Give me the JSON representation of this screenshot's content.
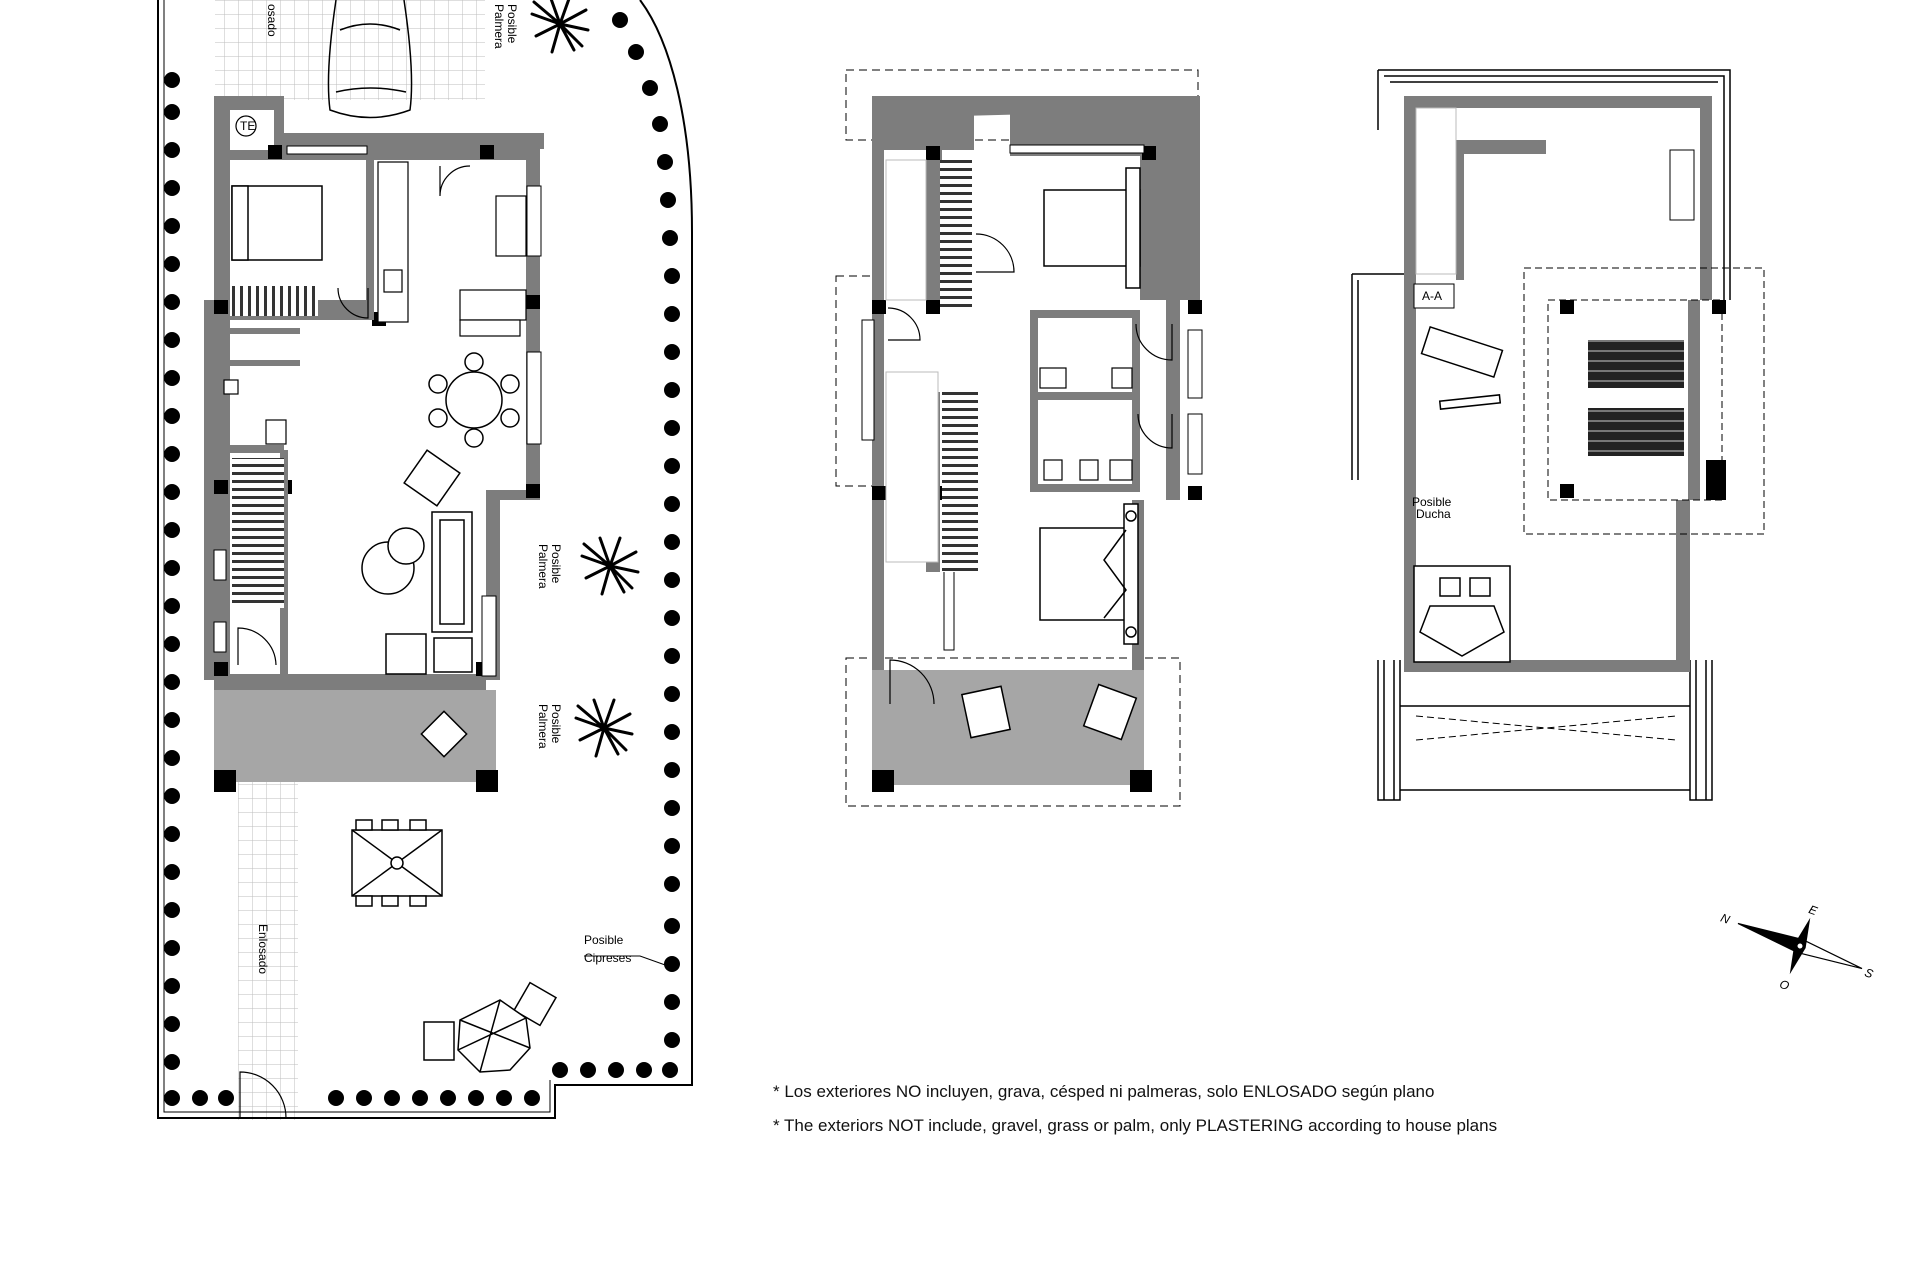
{
  "colors": {
    "wall": "#7d7d7d",
    "porch": "#a6a6a6",
    "line": "#000000",
    "paper": "#ffffff"
  },
  "ground_floor": {
    "top_paving_label": "osado",
    "palm_top": [
      "Posible",
      "Palmera"
    ],
    "palm_mid": [
      "Posible",
      "Palmera"
    ],
    "palm_low": [
      "Posible",
      "Palmera"
    ],
    "path_label": "Enlosado",
    "cypress": [
      "Posible",
      "Cipreses"
    ],
    "meter_label": "TE"
  },
  "first_floor": {},
  "roof": {
    "shower": [
      "Posible",
      "Ducha"
    ],
    "box_label": "A-A"
  },
  "compass": {
    "n": "N",
    "e": "E",
    "s": "S",
    "o": "O"
  },
  "notes": {
    "es": "* Los exteriores NO incluyen, grava, césped ni palmeras, solo ENLOSADO según plano",
    "en": "* The exteriors NOT include, gravel, grass or palm, only PLASTERING according to house plans"
  }
}
